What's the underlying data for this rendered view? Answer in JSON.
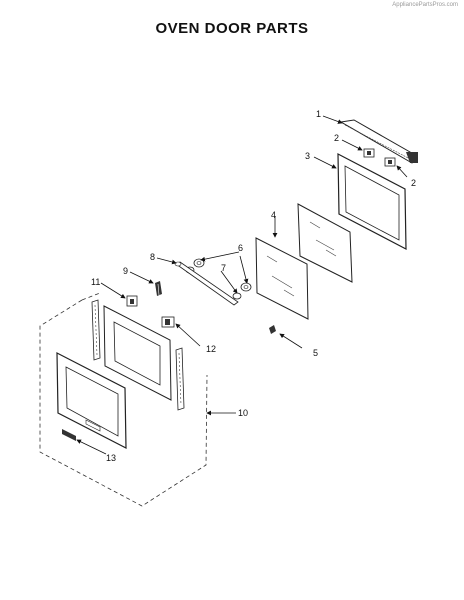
{
  "watermark": "AppliancePartsPros.com",
  "title": "OVEN DOOR PARTS",
  "callouts": [
    {
      "label": "1"
    },
    {
      "label": "2"
    },
    {
      "label": "2"
    },
    {
      "label": "3"
    },
    {
      "label": "4"
    },
    {
      "label": "5"
    },
    {
      "label": "6"
    },
    {
      "label": "7"
    },
    {
      "label": "8"
    },
    {
      "label": "9"
    },
    {
      "label": "10"
    },
    {
      "label": "11"
    },
    {
      "label": "12"
    },
    {
      "label": "13"
    }
  ]
}
